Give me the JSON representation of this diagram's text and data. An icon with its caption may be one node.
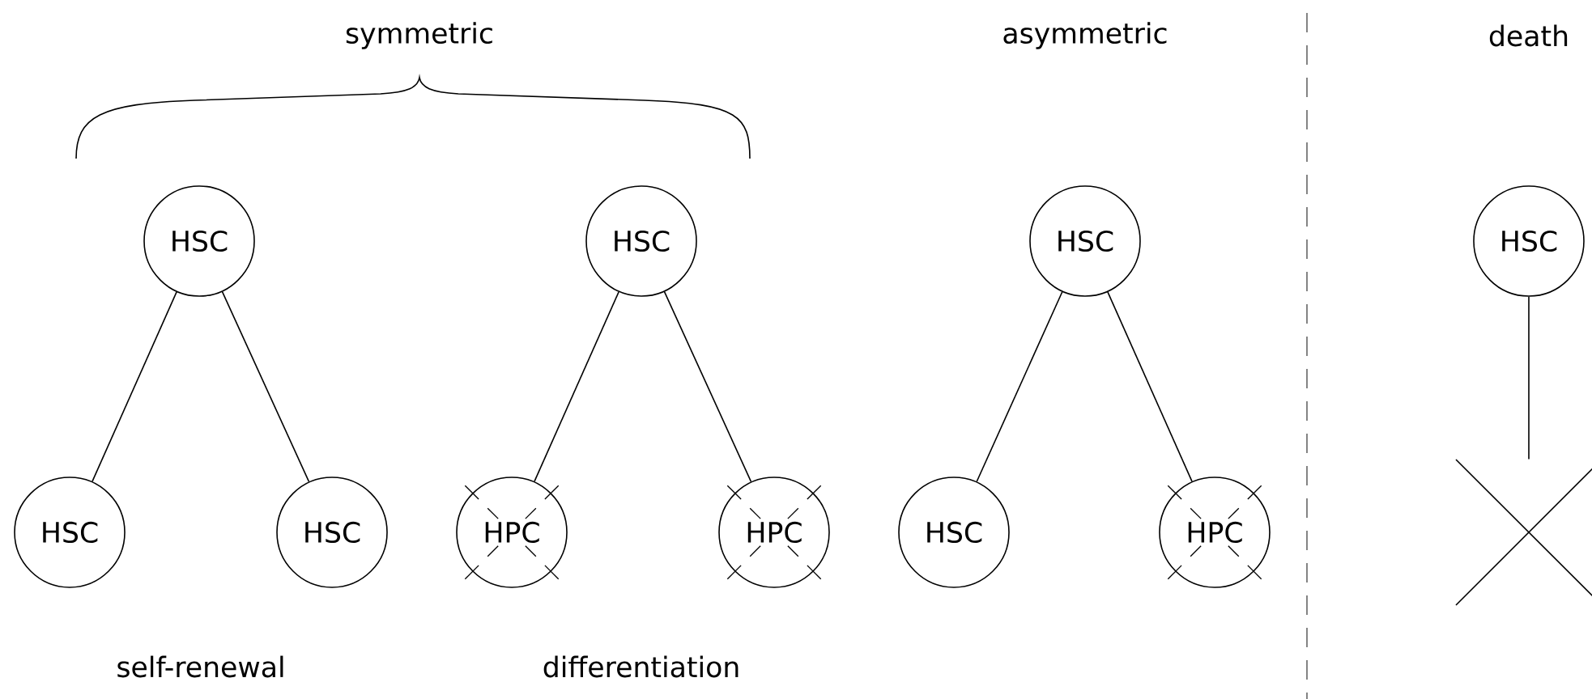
{
  "diagram": {
    "nodes": [
      {
        "text": [
          "HSC"
        ]
      },
      {
        "text": [
          "HSC"
        ]
      },
      {
        "text": [
          "HSC"
        ]
      },
      {
        "text": [
          "HSC"
        ]
      },
      {
        "text": [
          "HSC"
        ]
      },
      {
        "text": [
          "HSC"
        ]
      },
      {
        "text": [
          "HPC"
        ]
      },
      {
        "text": [
          "HPC"
        ]
      },
      {
        "text": [
          "HSC"
        ]
      },
      {
        "text": [
          "HPC"
        ]
      },
      {
        "text": [],
        "shape": "cross"
      }
    ],
    "edges": [
      {
        "from": 0,
        "to": 4,
        "arrow": "none"
      },
      {
        "from": 0,
        "to": 5,
        "arrow": "none"
      },
      {
        "from": 1,
        "to": 6,
        "arrow": "none"
      },
      {
        "from": 1,
        "to": 7,
        "arrow": "none"
      },
      {
        "from": 2,
        "to": 8,
        "arrow": "none"
      },
      {
        "from": 2,
        "to": 9,
        "arrow": "none"
      },
      {
        "from": 3,
        "to": 10,
        "arrow": "none"
      }
    ],
    "labels": [
      "symmetric",
      "asymmetric",
      "death",
      "self-renewal",
      "differentiation"
    ]
  }
}
